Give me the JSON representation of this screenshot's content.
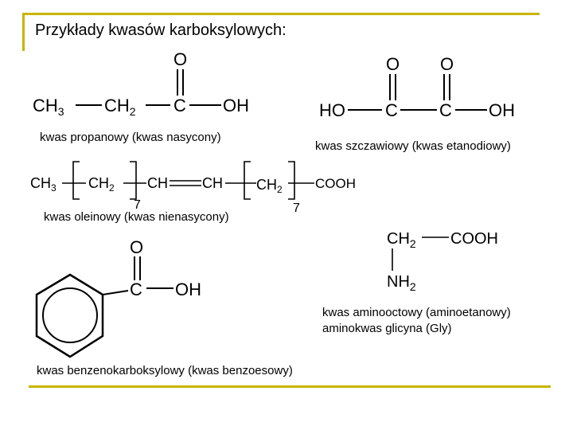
{
  "slide": {
    "title": "Przykłady kwasów karboksylowych:",
    "accent_color": "#c8b400"
  },
  "captions": {
    "propanoic": "kwas propanowy (kwas nasycony)",
    "oxalic": "kwas szczawiowy (kwas etanodiowy)",
    "oleic": "kwas oleinowy (kwas nienasycony)",
    "glycine_line1": "kwas aminooctowy (aminoetanowy)",
    "glycine_line2": "aminokwas glicyna (Gly)",
    "benzoic": "kwas benzenokarboksylowy (kwas benzoesowy)"
  },
  "structures": {
    "propanoic": {
      "ch3": "CH",
      "ch3_sub": "3",
      "ch2": "CH",
      "ch2_sub": "2",
      "c": "C",
      "oh": "OH",
      "o": "O"
    },
    "oxalic": {
      "ho": "HO",
      "c1": "C",
      "c2": "C",
      "oh": "OH",
      "o1": "O",
      "o2": "O"
    },
    "oleic": {
      "ch3": "CH",
      "ch3_sub": "3",
      "ch2a": "CH",
      "ch2a_sub": "2",
      "n1": "7",
      "ch_a": "CH",
      "ch_b": "CH",
      "ch2b": "CH",
      "ch2b_sub": "2",
      "n2": "7",
      "cooh": "COOH"
    },
    "glycine": {
      "ch2": "CH",
      "ch2_sub": "2",
      "cooh": "COOH",
      "nh2": "NH",
      "nh2_sub": "2"
    },
    "benzoic": {
      "o": "O",
      "c": "C",
      "oh": "OH"
    }
  }
}
